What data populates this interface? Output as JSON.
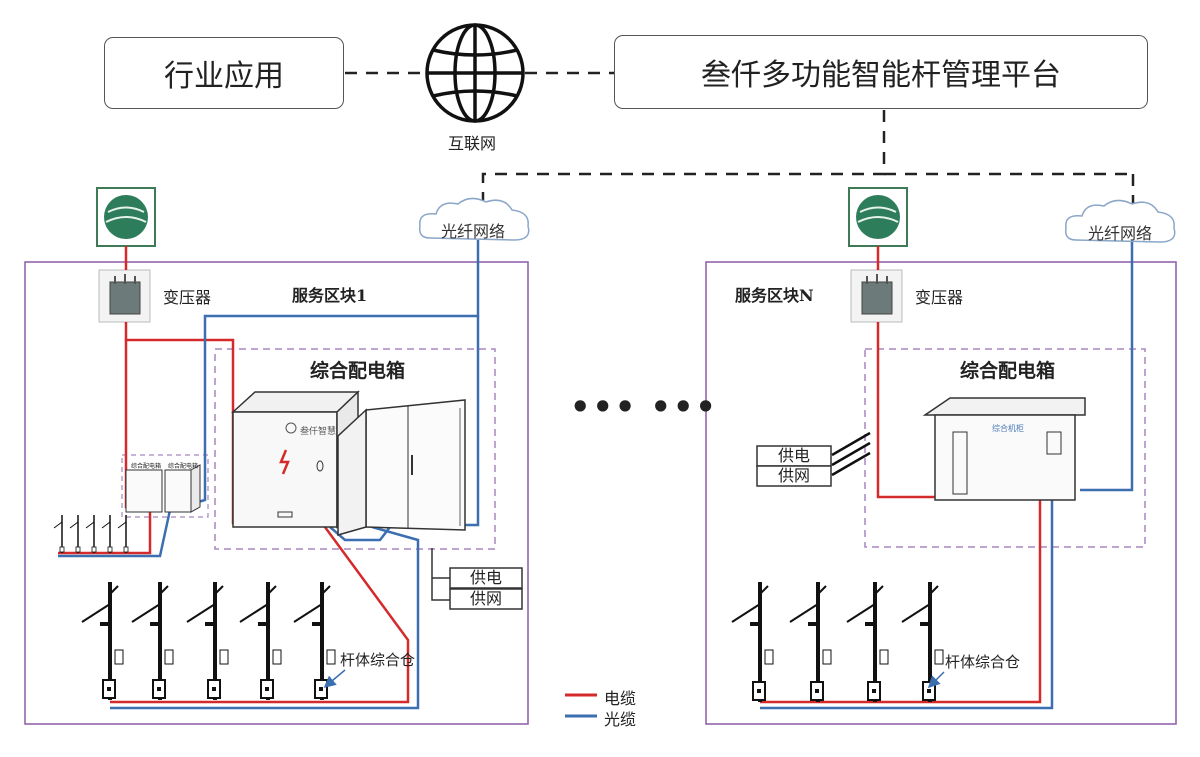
{
  "header": {
    "industry_apps": "行业应用",
    "platform": "叁仟多功能智能杆管理平台",
    "internet": "互联网"
  },
  "zone1": {
    "title": "服务区块1",
    "transformer": "变压器",
    "distribution_box": "综合配电箱",
    "fiber_cloud": "光纤网络",
    "supply_power": "供电",
    "supply_network": "供网",
    "pole_cabin": "杆体综合仓",
    "small_box_labels": [
      "综合配电箱",
      "综合配电箱"
    ],
    "cabinet_brand": "叁仟智慧"
  },
  "zoneN": {
    "title": "服务区块N",
    "transformer": "变压器",
    "distribution_box": "综合配电箱",
    "fiber_cloud": "光纤网络",
    "supply_power": "供电",
    "supply_network": "供网",
    "pole_cabin": "杆体综合仓",
    "cabinet_label": "综合机柜"
  },
  "ellipsis": "••• •••",
  "legend": {
    "items": [
      {
        "label": "电缆",
        "color": "#d42a2a"
      },
      {
        "label": "光缆",
        "color": "#3b6fb0"
      }
    ]
  },
  "colors": {
    "cable": "#d42a2a",
    "fiber": "#3b6fb0",
    "zone_border": "#8b5aa6",
    "dist_border": "#a786c2"
  }
}
